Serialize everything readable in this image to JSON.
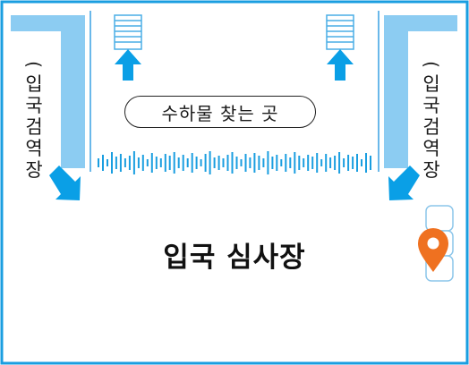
{
  "map": {
    "left_area_label": [
      "(",
      "입",
      "국",
      "검",
      "역",
      "장"
    ],
    "right_area_label": [
      "(",
      "입",
      "국",
      "검",
      "역",
      "장"
    ],
    "baggage_claim_label": "수하물 찾는 곳",
    "hall_label": "입국 심사장"
  },
  "colors": {
    "border": "#1a9ee0",
    "wall": "#8cccf2",
    "arrow": "#0a9fe6",
    "pin": "#ef7120",
    "ink": "#1a1a1a"
  }
}
